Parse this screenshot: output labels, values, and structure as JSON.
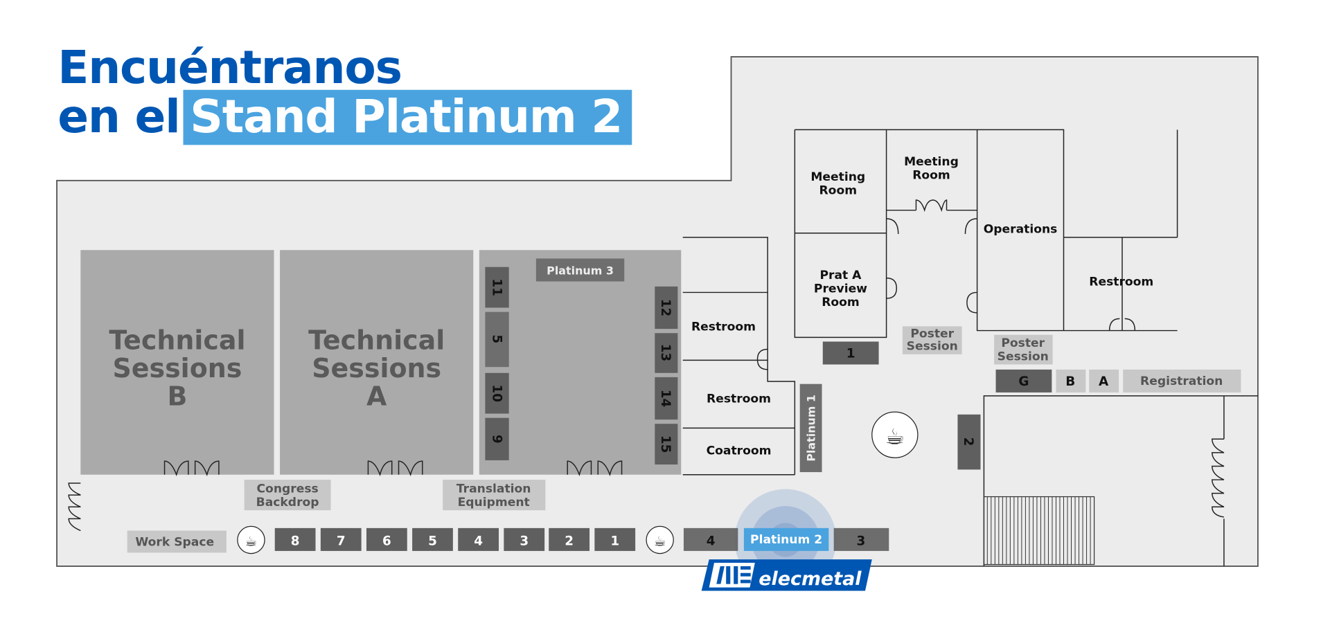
{
  "title": {
    "line1": "Encuéntranos",
    "line2_prefix": "en el",
    "line2_highlight": "Stand Platinum 2"
  },
  "rooms": {
    "tech_b": [
      "Technical",
      "Sessions",
      "B"
    ],
    "tech_a": [
      "Technical",
      "Sessions",
      "A"
    ],
    "meeting_room_1": [
      "Meeting",
      "Room"
    ],
    "meeting_room_2": [
      "Meeting",
      "Room"
    ],
    "prat_a": [
      "Prat A",
      "Preview",
      "Room"
    ],
    "operations": "Operations",
    "restroom_right": "Restroom",
    "restroom_1": "Restroom",
    "restroom_2": "Restroom",
    "coatroom": "Coatroom"
  },
  "labels": {
    "platinum_3": "Platinum 3",
    "platinum_1": "Platinum 1",
    "platinum_2": "Platinum 2",
    "poster_session_1": [
      "Poster",
      "Session"
    ],
    "poster_session_2": [
      "Poster",
      "Session"
    ],
    "registration": "Registration",
    "congress_backdrop": [
      "Congress",
      "Backdrop"
    ],
    "translation_equipment": [
      "Translation",
      "Equipment"
    ],
    "work_space": "Work Space"
  },
  "booths": {
    "left_column": [
      "11",
      "5",
      "10",
      "9"
    ],
    "right_column": [
      "12",
      "13",
      "14",
      "15"
    ],
    "bottom_row": [
      "8",
      "7",
      "6",
      "5",
      "4",
      "3",
      "2",
      "1"
    ],
    "near_platinum_2": [
      "4",
      "3"
    ],
    "center_1": "1",
    "center_2": "2",
    "registration_row": [
      "G",
      "B",
      "A"
    ]
  },
  "logo": {
    "text": "elecmetal"
  },
  "colors": {
    "brand_blue": "#0056b3",
    "highlight": "#4aa3df",
    "booth_dark": "#5f5f5f",
    "room_gray": "#aaaaaa",
    "floor": "#ececec"
  }
}
